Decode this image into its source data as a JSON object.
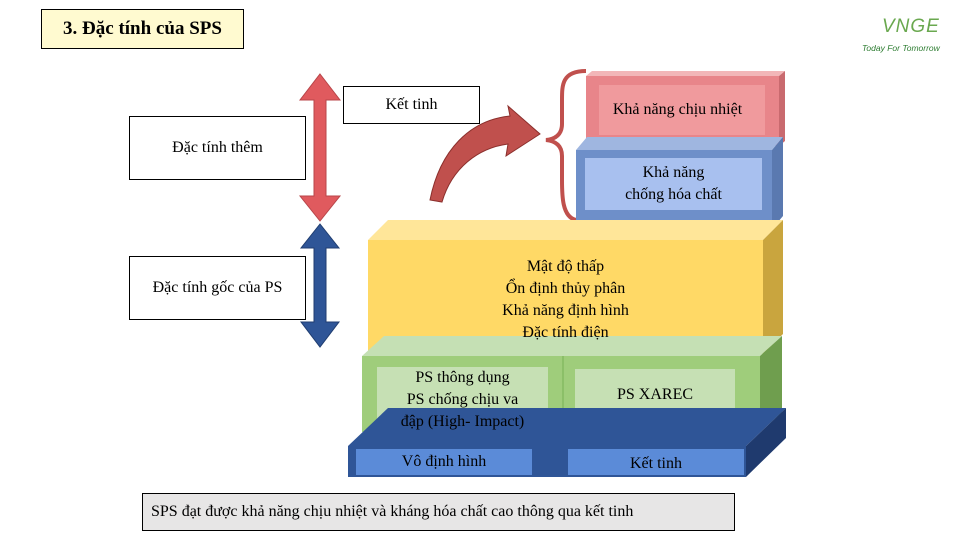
{
  "title": "3. Đặc tính của SPS",
  "logo": {
    "mark": "VNGE",
    "tagline": "Today For Tomorrow"
  },
  "labels": {
    "ket_tinh": "Kết tinh",
    "dac_tinh_them": "Đặc tính thêm",
    "dac_tinh_goc": "Đặc tính gốc của PS"
  },
  "layers": {
    "chiu_nhiet": "Khả năng chịu nhiệt",
    "hoa_chat": [
      "Khả năng",
      "chống hóa chất"
    ],
    "mat_do": [
      "Mật độ thấp",
      "Ổn định thủy phân",
      "Khả năng định hình",
      "Đặc tính điện"
    ],
    "ps_left": [
      "PS thông dụng",
      "PS chống chịu va",
      "đập (High- Impact)"
    ],
    "ps_right": "PS XAREC",
    "vo_dinh_hinh": "Vô định hình",
    "ket_tinh_base": "Kết tinh"
  },
  "caption": "SPS đạt được khả năng chịu nhiệt và kháng hóa chất cao thông qua kết tinh",
  "colors": {
    "red_arrow": "#e05a5e",
    "blue_arrow": "#2f5597",
    "pink": "#e8858a",
    "blue_layer": "#6e8fc9",
    "yellow": "#ffd966",
    "green": "#9fcd7b",
    "base_blue": "#5b8bd8"
  }
}
